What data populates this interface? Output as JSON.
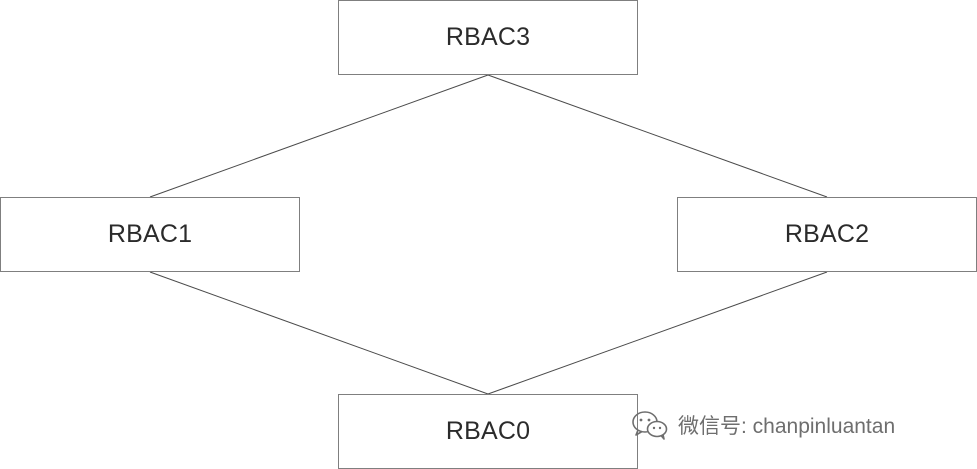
{
  "diagram": {
    "nodes": {
      "rbac3": "RBAC3",
      "rbac1": "RBAC1",
      "rbac2": "RBAC2",
      "rbac0": "RBAC0"
    },
    "edges": [
      [
        "RBAC3",
        "RBAC1"
      ],
      [
        "RBAC3",
        "RBAC2"
      ],
      [
        "RBAC1",
        "RBAC0"
      ],
      [
        "RBAC2",
        "RBAC0"
      ]
    ]
  },
  "watermark": {
    "icon": "wechat-icon",
    "text": "微信号: chanpinluantan"
  },
  "colors": {
    "line": "#4a4a4a",
    "border": "#7f7f7f",
    "text": "#2b2b2b",
    "watermark": "#6e6e6e"
  }
}
